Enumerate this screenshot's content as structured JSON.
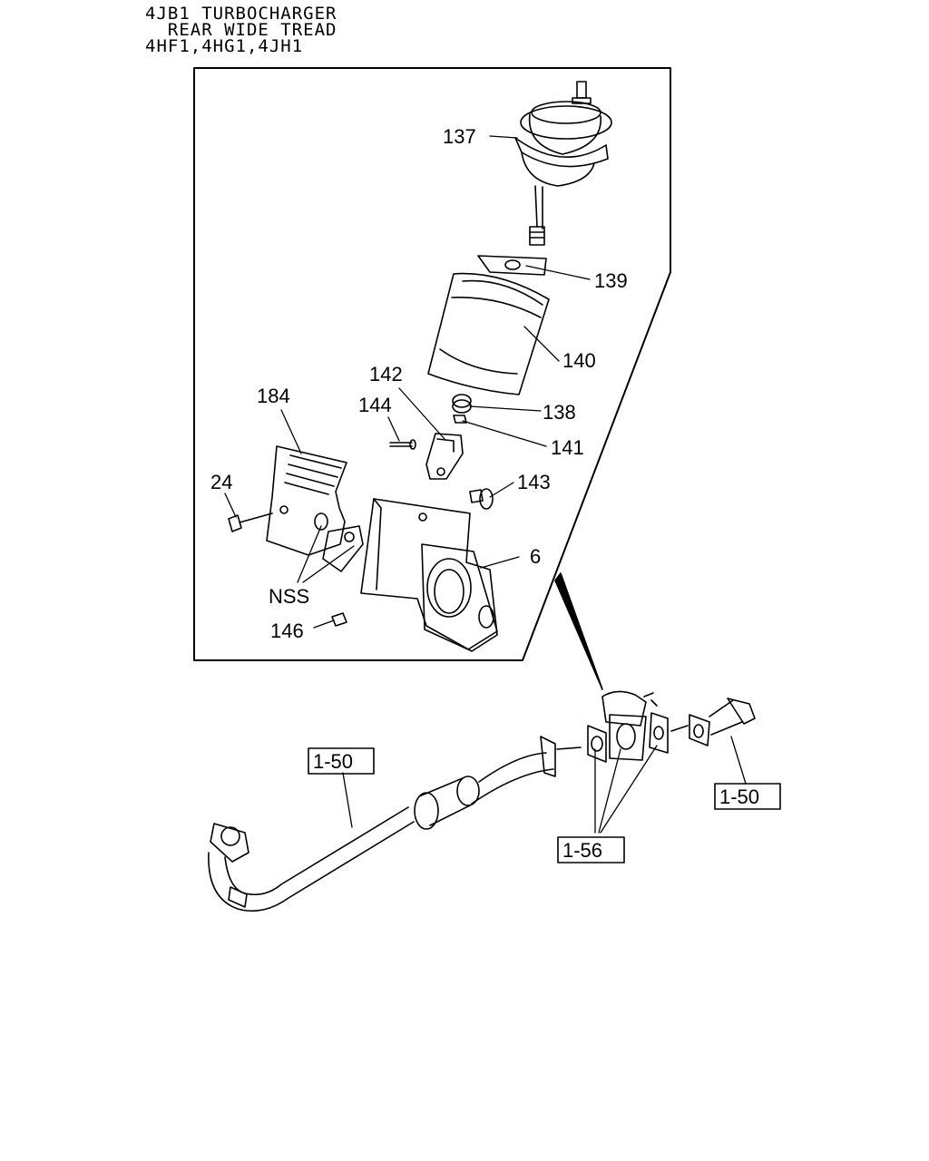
{
  "header": {
    "line1": "4JB1 TURBOCHARGER",
    "line2": "  REAR WIDE TREAD",
    "line3": "4HF1,4HG1,4JH1"
  },
  "callouts": {
    "p137": "137",
    "p139": "139",
    "p140": "140",
    "p138": "138",
    "p141": "141",
    "p142": "142",
    "p144": "144",
    "p143": "143",
    "p184": "184",
    "p24": "24",
    "p6": "6",
    "nss": "NSS",
    "p146": "146"
  },
  "references": {
    "left_pipe": "1-50",
    "right_pipe": "1-50",
    "brake_assembly": "1-56"
  }
}
